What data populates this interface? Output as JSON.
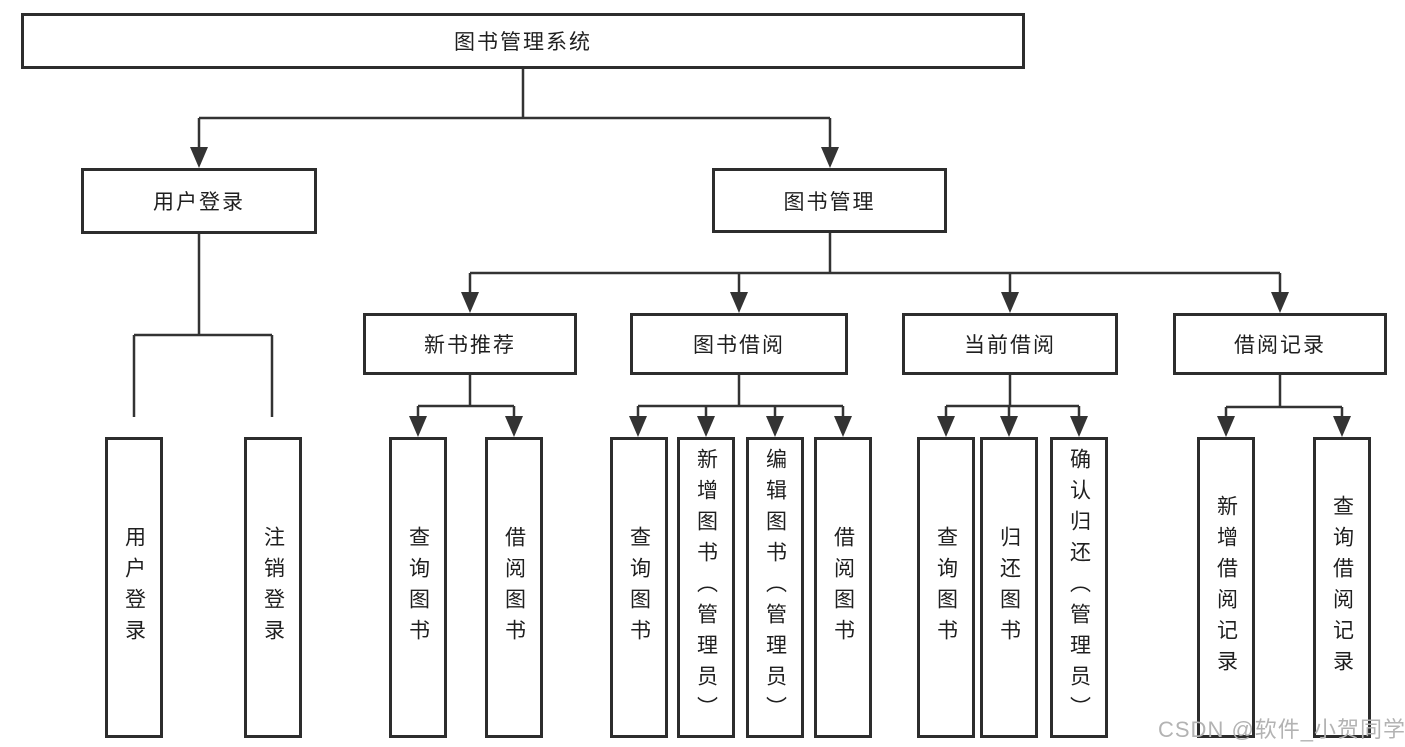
{
  "tree": {
    "label": "图书管理系统",
    "children": [
      {
        "label": "用户登录",
        "children": [
          {
            "label": "用户登录"
          },
          {
            "label": "注销登录"
          }
        ]
      },
      {
        "label": "图书管理",
        "children": [
          {
            "label": "新书推荐",
            "children": [
              {
                "label": "查询图书"
              },
              {
                "label": "借阅图书"
              }
            ]
          },
          {
            "label": "图书借阅",
            "children": [
              {
                "label": "查询图书"
              },
              {
                "label": "新增图书（管理员）"
              },
              {
                "label": "编辑图书（管理员）"
              },
              {
                "label": "借阅图书"
              }
            ]
          },
          {
            "label": "当前借阅",
            "children": [
              {
                "label": "查询图书"
              },
              {
                "label": "归还图书"
              },
              {
                "label": "确认归还（管理员）"
              }
            ]
          },
          {
            "label": "借阅记录",
            "children": [
              {
                "label": "新增借阅记录"
              },
              {
                "label": "查询借阅记录"
              }
            ]
          }
        ]
      }
    ]
  },
  "watermark": {
    "text": "CSDN @软件_小贺同学"
  },
  "colors": {
    "line": "#333333",
    "box_border": "#2d2d2d",
    "text": "#1f1f1f",
    "watermark": "#b3b3b3",
    "background": "#ffffff"
  }
}
